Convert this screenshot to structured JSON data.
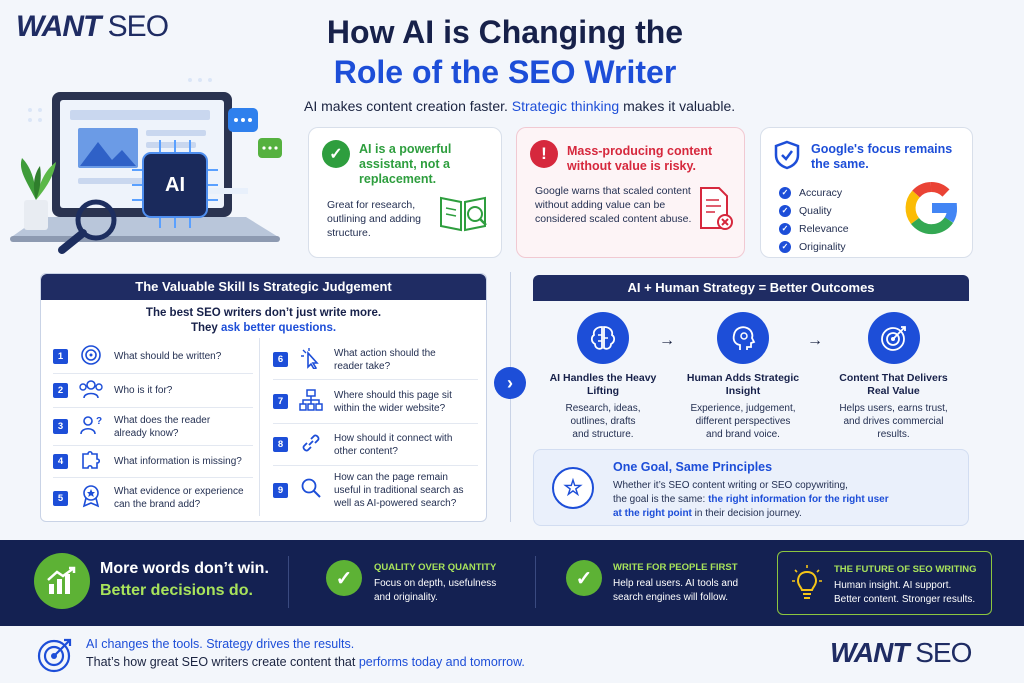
{
  "brand": {
    "want": "WANT",
    "seo": "SEO"
  },
  "header": {
    "title_line1": "How AI is Changing the",
    "title_line2": "Role of the SEO Writer",
    "subtitle_plain": "AI makes content creation faster.",
    "subtitle_highlight": "Strategic thinking",
    "subtitle_end": "makes it valuable."
  },
  "hero": {
    "chip_label": "AI"
  },
  "cards": [
    {
      "title": "AI is a powerful assistant, not a replacement.",
      "text": "Great for research, outlining and adding structure.",
      "icon": "check-icon",
      "color": "#2e9e3e"
    },
    {
      "title": "Mass-producing content without value is risky.",
      "text": "Google warns that scaled content without adding value can be considered scaled content abuse.",
      "icon": "alert-icon",
      "color": "#d6283d"
    },
    {
      "title": "Google's focus remains the same.",
      "items": [
        "Accuracy",
        "Quality",
        "Relevance",
        "Originality"
      ],
      "icon": "shield-check-icon",
      "color": "#1d4ed8"
    }
  ],
  "skill": {
    "header": "The Valuable Skill Is Strategic Judgement",
    "intro_line1": "The best SEO writers don’t just write more.",
    "intro_line2_plain": "They",
    "intro_line2_highlight": "ask better questions.",
    "questions_left": [
      {
        "n": "1",
        "text": "What should be written?",
        "icon": "target-icon"
      },
      {
        "n": "2",
        "text": "Who is it for?",
        "icon": "users-icon"
      },
      {
        "n": "3",
        "text": "What does the reader already know?",
        "icon": "user-question-icon"
      },
      {
        "n": "4",
        "text": "What information is missing?",
        "icon": "puzzle-icon"
      },
      {
        "n": "5",
        "text": "What evidence or experience can the brand add?",
        "icon": "badge-icon"
      }
    ],
    "questions_right": [
      {
        "n": "6",
        "text": "What action should the reader take?",
        "icon": "cursor-icon"
      },
      {
        "n": "7",
        "text": "Where should this page sit within the wider website?",
        "icon": "sitemap-icon"
      },
      {
        "n": "8",
        "text": "How should it connect with other content?",
        "icon": "link-icon"
      },
      {
        "n": "9",
        "text": "How can the page remain useful in traditional search as well as AI-powered search?",
        "icon": "search-icon"
      }
    ]
  },
  "outcomes": {
    "header": "AI + Human Strategy = Better Outcomes",
    "steps": [
      {
        "title": "AI Handles the Heavy Lifting",
        "text": "Research, ideas, outlines, drafts and structure.",
        "icon": "brain-icon"
      },
      {
        "title": "Human Adds Strategic Insight",
        "text": "Experience, judgement, different perspectives and brand voice.",
        "icon": "head-icon"
      },
      {
        "title": "Content That Delivers Real Value",
        "text": "Helps users, earns trust, and drives commercial results.",
        "icon": "target-icon"
      }
    ],
    "goal": {
      "title": "One Goal, Same Principles",
      "line1": "Whether it’s SEO content writing or SEO copywriting,",
      "line2_plain": "the goal is the same:",
      "line2_bold": "the right information for the right user",
      "line3_bold": "at the right point",
      "line3_plain": "in their decision journey."
    }
  },
  "band": {
    "headline1": "More words don’t win.",
    "headline2": "Better decisions do.",
    "items": [
      {
        "title": "QUALITY OVER QUANTITY",
        "text": "Focus on depth, usefulness and originality."
      },
      {
        "title": "WRITE FOR PEOPLE FIRST",
        "text": "Help real users. AI tools and search engines will follow."
      }
    ],
    "future": {
      "title": "THE FUTURE OF SEO WRITING",
      "line1": "Human insight. AI support.",
      "line2": "Better content. Stronger results."
    }
  },
  "footer": {
    "line1": "AI changes the tools. Strategy drives the results.",
    "line2_plain": "That’s how great SEO writers create content that",
    "line2_highlight": "performs today and tomorrow."
  },
  "colors": {
    "navy": "#1f2c63",
    "blue": "#1d4ed8",
    "green": "#5db235",
    "red": "#d6283d"
  }
}
